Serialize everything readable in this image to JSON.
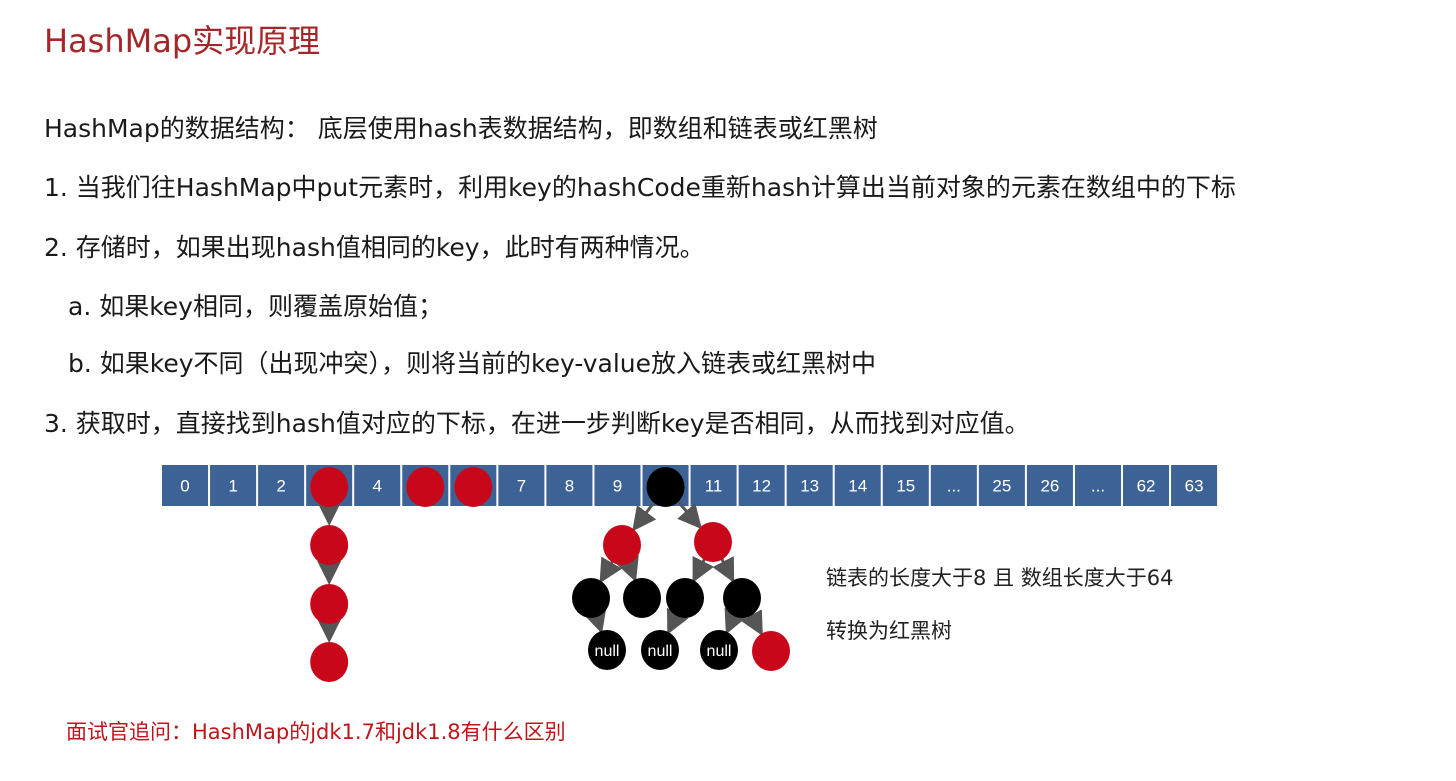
{
  "title": "HashMap实现原理",
  "lines": [
    "HashMap的数据结构： 底层使用hash表数据结构，即数组和链表或红黑树",
    "1. 当我们往HashMap中put元素时，利用key的hashCode重新hash计算出当前对象的元素在数组中的下标",
    "2. 存储时，如果出现hash值相同的key，此时有两种情况。",
    "a. 如果key相同，则覆盖原始值；",
    "b. 如果key不同（出现冲突），则将当前的key-value放入链表或红黑树中",
    "3. 获取时，直接找到hash值对应的下标，在进一步判断key是否相同，从而找到对应值。"
  ],
  "diagram": {
    "array_cells": [
      "0",
      "1",
      "2",
      "",
      "4",
      "",
      "",
      "7",
      "8",
      "9",
      "",
      "11",
      "12",
      "13",
      "14",
      "15",
      "...",
      "25",
      "26",
      "...",
      "62",
      "63"
    ],
    "array_nodes": [
      {
        "index": 3,
        "color": "red"
      },
      {
        "index": 5,
        "color": "red"
      },
      {
        "index": 6,
        "color": "red"
      },
      {
        "index": 10,
        "color": "black"
      }
    ],
    "null_label": "null",
    "colors": {
      "cell": "#3d6295",
      "red": "#c8081a",
      "black": "#000000",
      "arrow": "#555555"
    }
  },
  "note": {
    "line1": "链表的长度大于8 且 数组长度大于64",
    "line2": "转换为红黑树"
  },
  "question": "面试官追问：HashMap的jdk1.7和jdk1.8有什么区别"
}
